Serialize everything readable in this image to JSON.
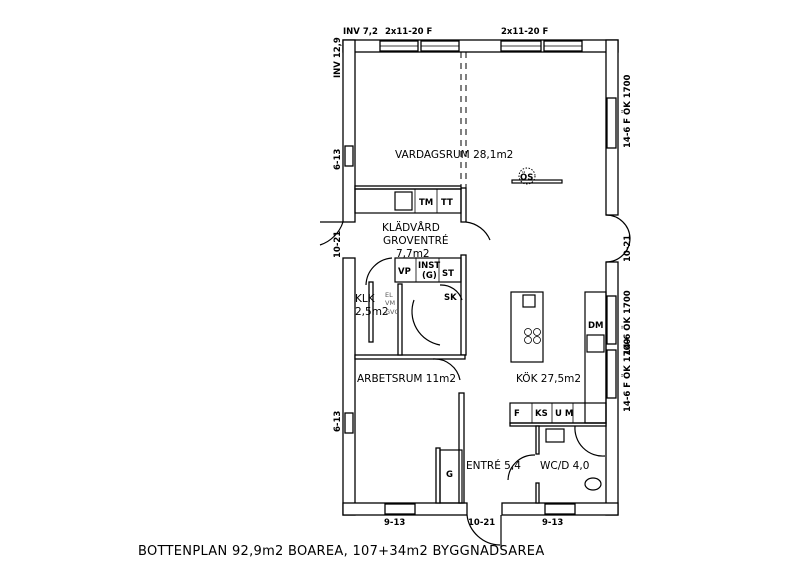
{
  "plan": {
    "title": "BOTTENPLAN 92,9m2 BOAREA, 107+34m2 BYGGNADSAREA",
    "rooms": {
      "vardagsrum": "VARDAGSRUM 28,1m2",
      "kladvard_1": "KLÄDVÅRD",
      "kladvard_2": "GROVENTRÉ",
      "kladvard_3": "7,7m2",
      "klk_1": "KLK",
      "klk_2": "2,5m2",
      "arbetsrum": "ARBETSRUM 11m2",
      "kok": "KÖK 27,5m2",
      "entre": "ENTRÉ 5,4",
      "wc": "WC/D 4,0"
    },
    "fixtures": {
      "tm": "TM",
      "tt": "TT",
      "vp": "VP",
      "inst_1": "INST",
      "inst_2": "(G)",
      "st": "ST",
      "sk": "SK",
      "os": "ÖS",
      "dm": "DM",
      "f": "F",
      "ks": "KS",
      "um": "U M",
      "g": "G",
      "el": "EL",
      "vm": "VM",
      "gvc": "GVC"
    },
    "dimensions": {
      "inv_top": "INV 7,2",
      "win_top_left": "2x11-20 F",
      "win_top_right": "2x11-20 F",
      "inv_left": "INV 12,9",
      "left_upper": "6-13",
      "left_door": "10-21",
      "left_lower": "6-13",
      "right_upper": "14-6 F ÖK 1700",
      "right_door": "10-21",
      "right_lower_1": "14-6 ÖK 1700",
      "right_lower_2": "14-6 F ÖK 1700",
      "bottom_left": "9-13",
      "bottom_door": "10-21",
      "bottom_right": "9-13"
    }
  }
}
